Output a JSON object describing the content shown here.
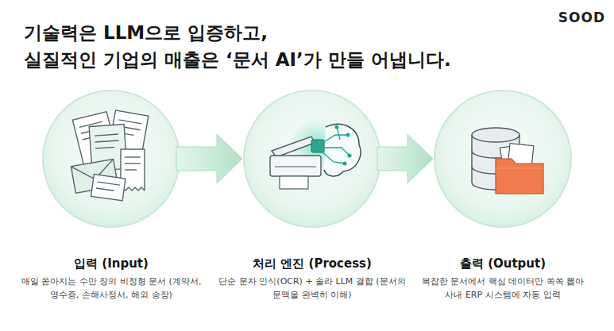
{
  "diagram": {
    "title": "기술력은 LLM으로 입증하고, 실질적인 기업의 매출은 ‘문서 AI’가 만들 어냅니다.",
    "nodes": [
      {
        "text": [
          "입력 (Input)",
          "매일 쏟아지는 수만 장의 비정형 문서 (계약서, 영수증, 손해사정서, 해외 송장)"
        ]
      },
      {
        "text": [
          "처리 엔진 (Process)",
          "단순 문자 인식(OCR) + 솔라 LLM 결합 (문서의 문맥을 완벽히 이해)"
        ]
      },
      {
        "text": [
          "출력 (Output)",
          "복잡한 문서에서 핵심 데이터만 쏙쏙 뽑아 사내 ERP 시스템에 자동 입력"
        ]
      }
    ],
    "edges": [
      {
        "from": 0,
        "to": 1,
        "arrow": "to"
      },
      {
        "from": 1,
        "to": 2,
        "arrow": "to"
      }
    ],
    "labels": [
      "SOOD"
    ]
  }
}
